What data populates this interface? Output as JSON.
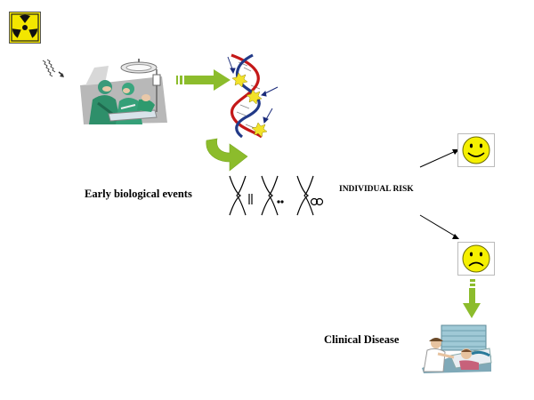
{
  "labels": {
    "early_events": "Early biological events",
    "individual_risk": "INDIVIDUAL RISK",
    "clinical_disease": "Clinical Disease"
  },
  "icons": {
    "radiation": "radiation-hazard-icon",
    "surgery": "surgery-clipart-icon",
    "dna": "dna-double-helix-icon",
    "chromosomes": "chromosome-aberrations-icon",
    "happy": "happy-face-icon",
    "sad": "sad-face-icon",
    "patient": "patient-in-bed-icon"
  },
  "colors": {
    "radiation_yellow": "#f3e600",
    "green_arrow": "#8cbc2c",
    "dna_red": "#c41818",
    "dna_blue": "#223a88",
    "smiley_yellow": "#f5f000",
    "damage_yellow": "#f2e22a"
  }
}
